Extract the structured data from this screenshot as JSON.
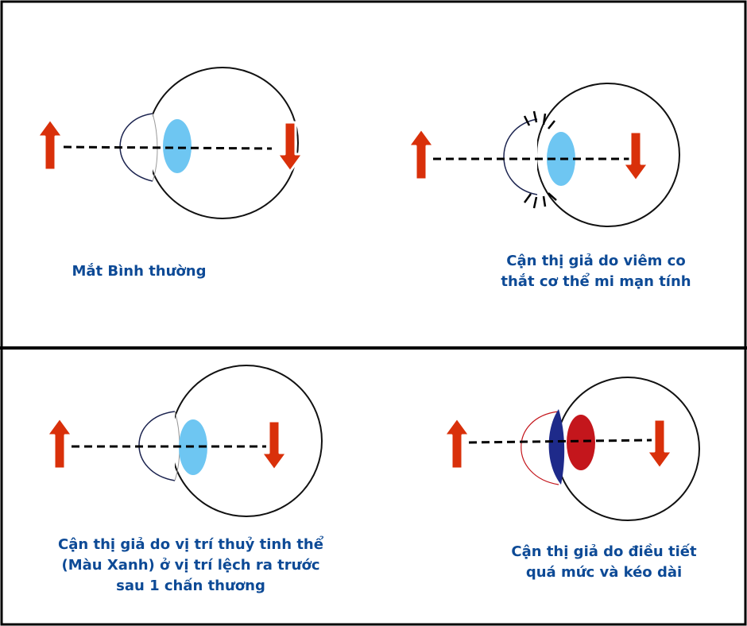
{
  "panels": [
    {
      "caption_lines": [
        "Mắt Bình thường"
      ]
    },
    {
      "caption_lines": [
        "Cận thị giả do viêm co",
        "thắt cơ thể mi mạn tính"
      ]
    },
    {
      "caption_lines": [
        "Cận thị giả do vị trí thuỷ tinh thể",
        "(Màu Xanh) ở vị trí lệch ra trước",
        "sau 1 chấn thương"
      ]
    },
    {
      "caption_lines": [
        "Cận thị giả do điều tiết",
        "quá mức và kéo dài"
      ]
    }
  ],
  "colors": {
    "caption": "#0d4a96",
    "arrow": "#d9300a",
    "lens_normal": "#6ec6f2",
    "lens_red": "#c4161c",
    "cornea_blue": "#1e2a8a"
  }
}
